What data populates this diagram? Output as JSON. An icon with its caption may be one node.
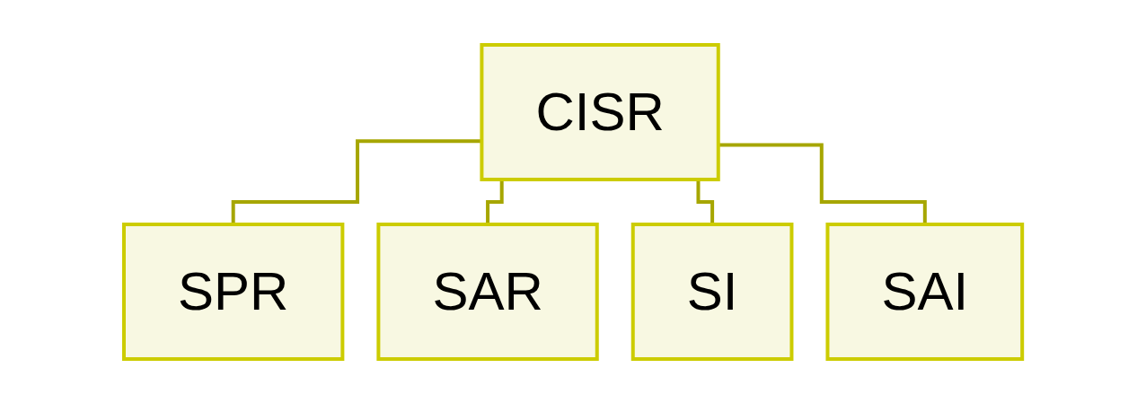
{
  "diagram": {
    "nodes": [
      {
        "text": [
          "CISR"
        ]
      },
      {
        "text": [
          "SPR"
        ]
      },
      {
        "text": [
          "SAR"
        ]
      },
      {
        "text": [
          "SI"
        ]
      },
      {
        "text": [
          "SAI"
        ]
      }
    ],
    "edges": [
      {
        "from": 0,
        "to": 1,
        "arrow": "none"
      },
      {
        "from": 0,
        "to": 2,
        "arrow": "none"
      },
      {
        "from": 0,
        "to": 3,
        "arrow": "none"
      },
      {
        "from": 0,
        "to": 4,
        "arrow": "none"
      }
    ]
  }
}
